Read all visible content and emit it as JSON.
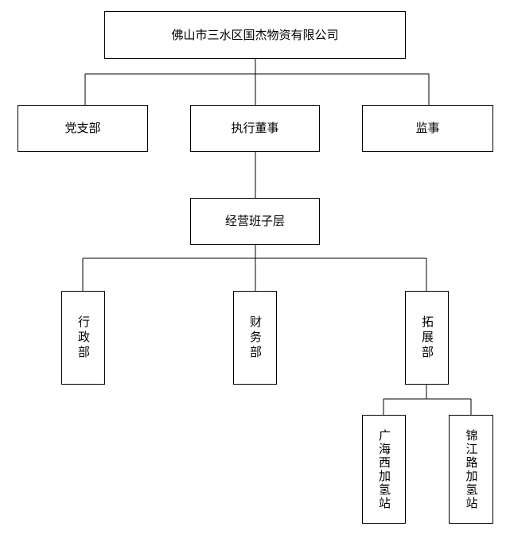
{
  "org_chart": {
    "company": "佛山市三水区国杰物资有限公司",
    "party_branch": "党支部",
    "executive_director": "执行董事",
    "supervisor": "监事",
    "management_team": "经营班子层",
    "admin_dept": "行政部",
    "finance_dept": "财务部",
    "expansion_dept": "拓展部",
    "guanghaixi_station": "广海西加氢站",
    "jinjianglu_station": "锦江路加氢站"
  }
}
